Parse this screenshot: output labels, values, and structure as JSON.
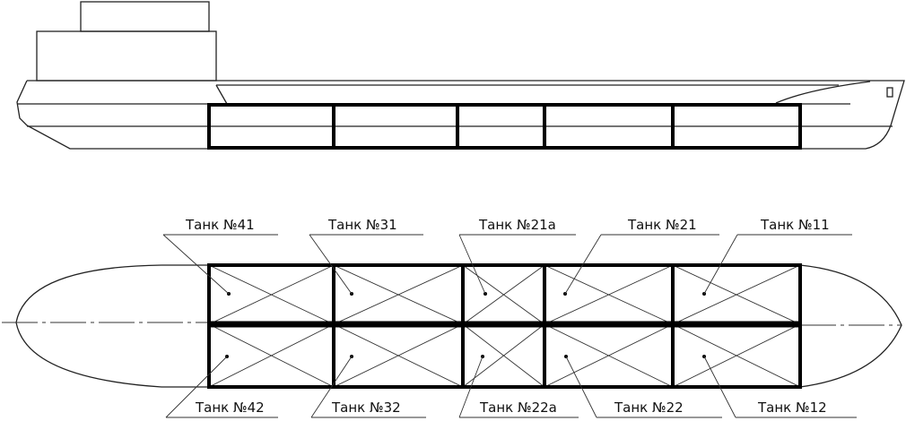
{
  "colors": {
    "line": "#000000",
    "background": "#ffffff"
  },
  "tanks_top_row": [
    {
      "label": "Танк №41"
    },
    {
      "label": "Танк №31"
    },
    {
      "label": "Танк №21а"
    },
    {
      "label": "Танк №21"
    },
    {
      "label": "Танк №11"
    }
  ],
  "tanks_bottom_row": [
    {
      "label": "Танк №42"
    },
    {
      "label": "Танк №32"
    },
    {
      "label": "Танк №22а"
    },
    {
      "label": "Танк №22"
    },
    {
      "label": "Танк №12"
    }
  ]
}
